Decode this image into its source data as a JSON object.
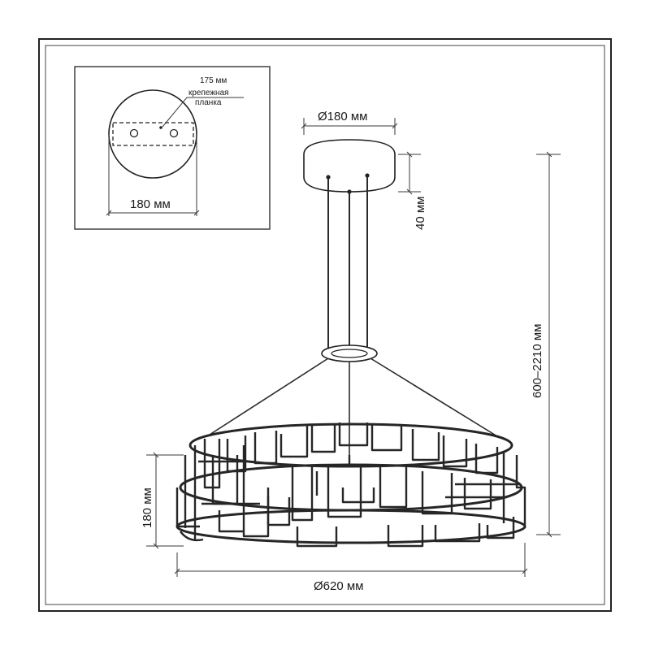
{
  "inset": {
    "mount_width_label": "175 мм",
    "mount_plate_label_line1": "крепежная",
    "mount_plate_label_line2": "планка",
    "canopy_diameter_label": "180 мм"
  },
  "main": {
    "canopy_diameter_label": "Ø180 мм",
    "canopy_height_label": "40 мм",
    "total_height_label": "600–2210 мм",
    "shade_height_label": "180 мм",
    "shade_diameter_label": "Ø620 мм"
  }
}
